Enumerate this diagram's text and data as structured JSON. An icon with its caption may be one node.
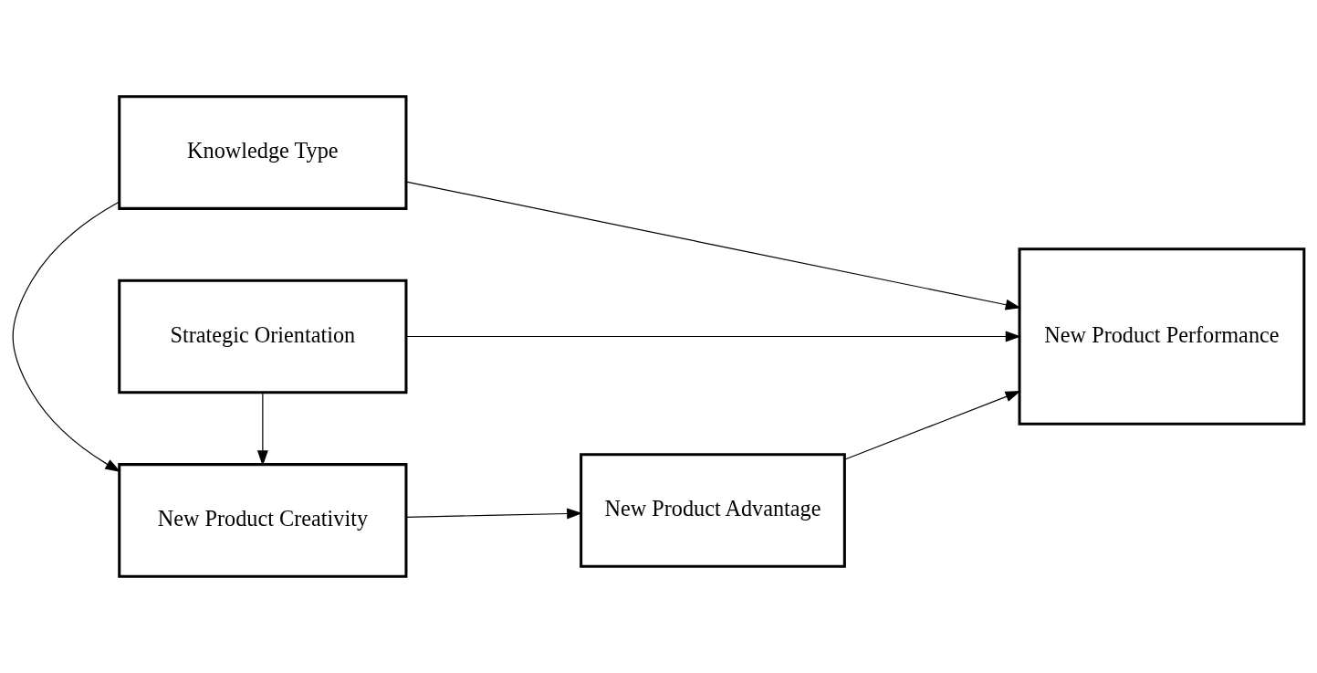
{
  "diagram": {
    "nodes": [
      {
        "text": [
          "Knowledge Type"
        ]
      },
      {
        "text": [
          "New Product Creativity"
        ]
      },
      {
        "text": [
          "Strategic Orientation"
        ]
      },
      {
        "text": [
          "New Product Advantage"
        ]
      },
      {
        "text": [
          "New Product Performance"
        ]
      }
    ],
    "edges": [
      {
        "from": 0,
        "to": 1,
        "arrow": "to"
      },
      {
        "from": 2,
        "to": 1,
        "arrow": "to"
      },
      {
        "from": 1,
        "to": 3,
        "arrow": "to"
      },
      {
        "from": 3,
        "to": 4,
        "arrow": "to"
      },
      {
        "from": 0,
        "to": 4,
        "arrow": "to"
      },
      {
        "from": 2,
        "to": 4,
        "arrow": "to"
      }
    ]
  }
}
